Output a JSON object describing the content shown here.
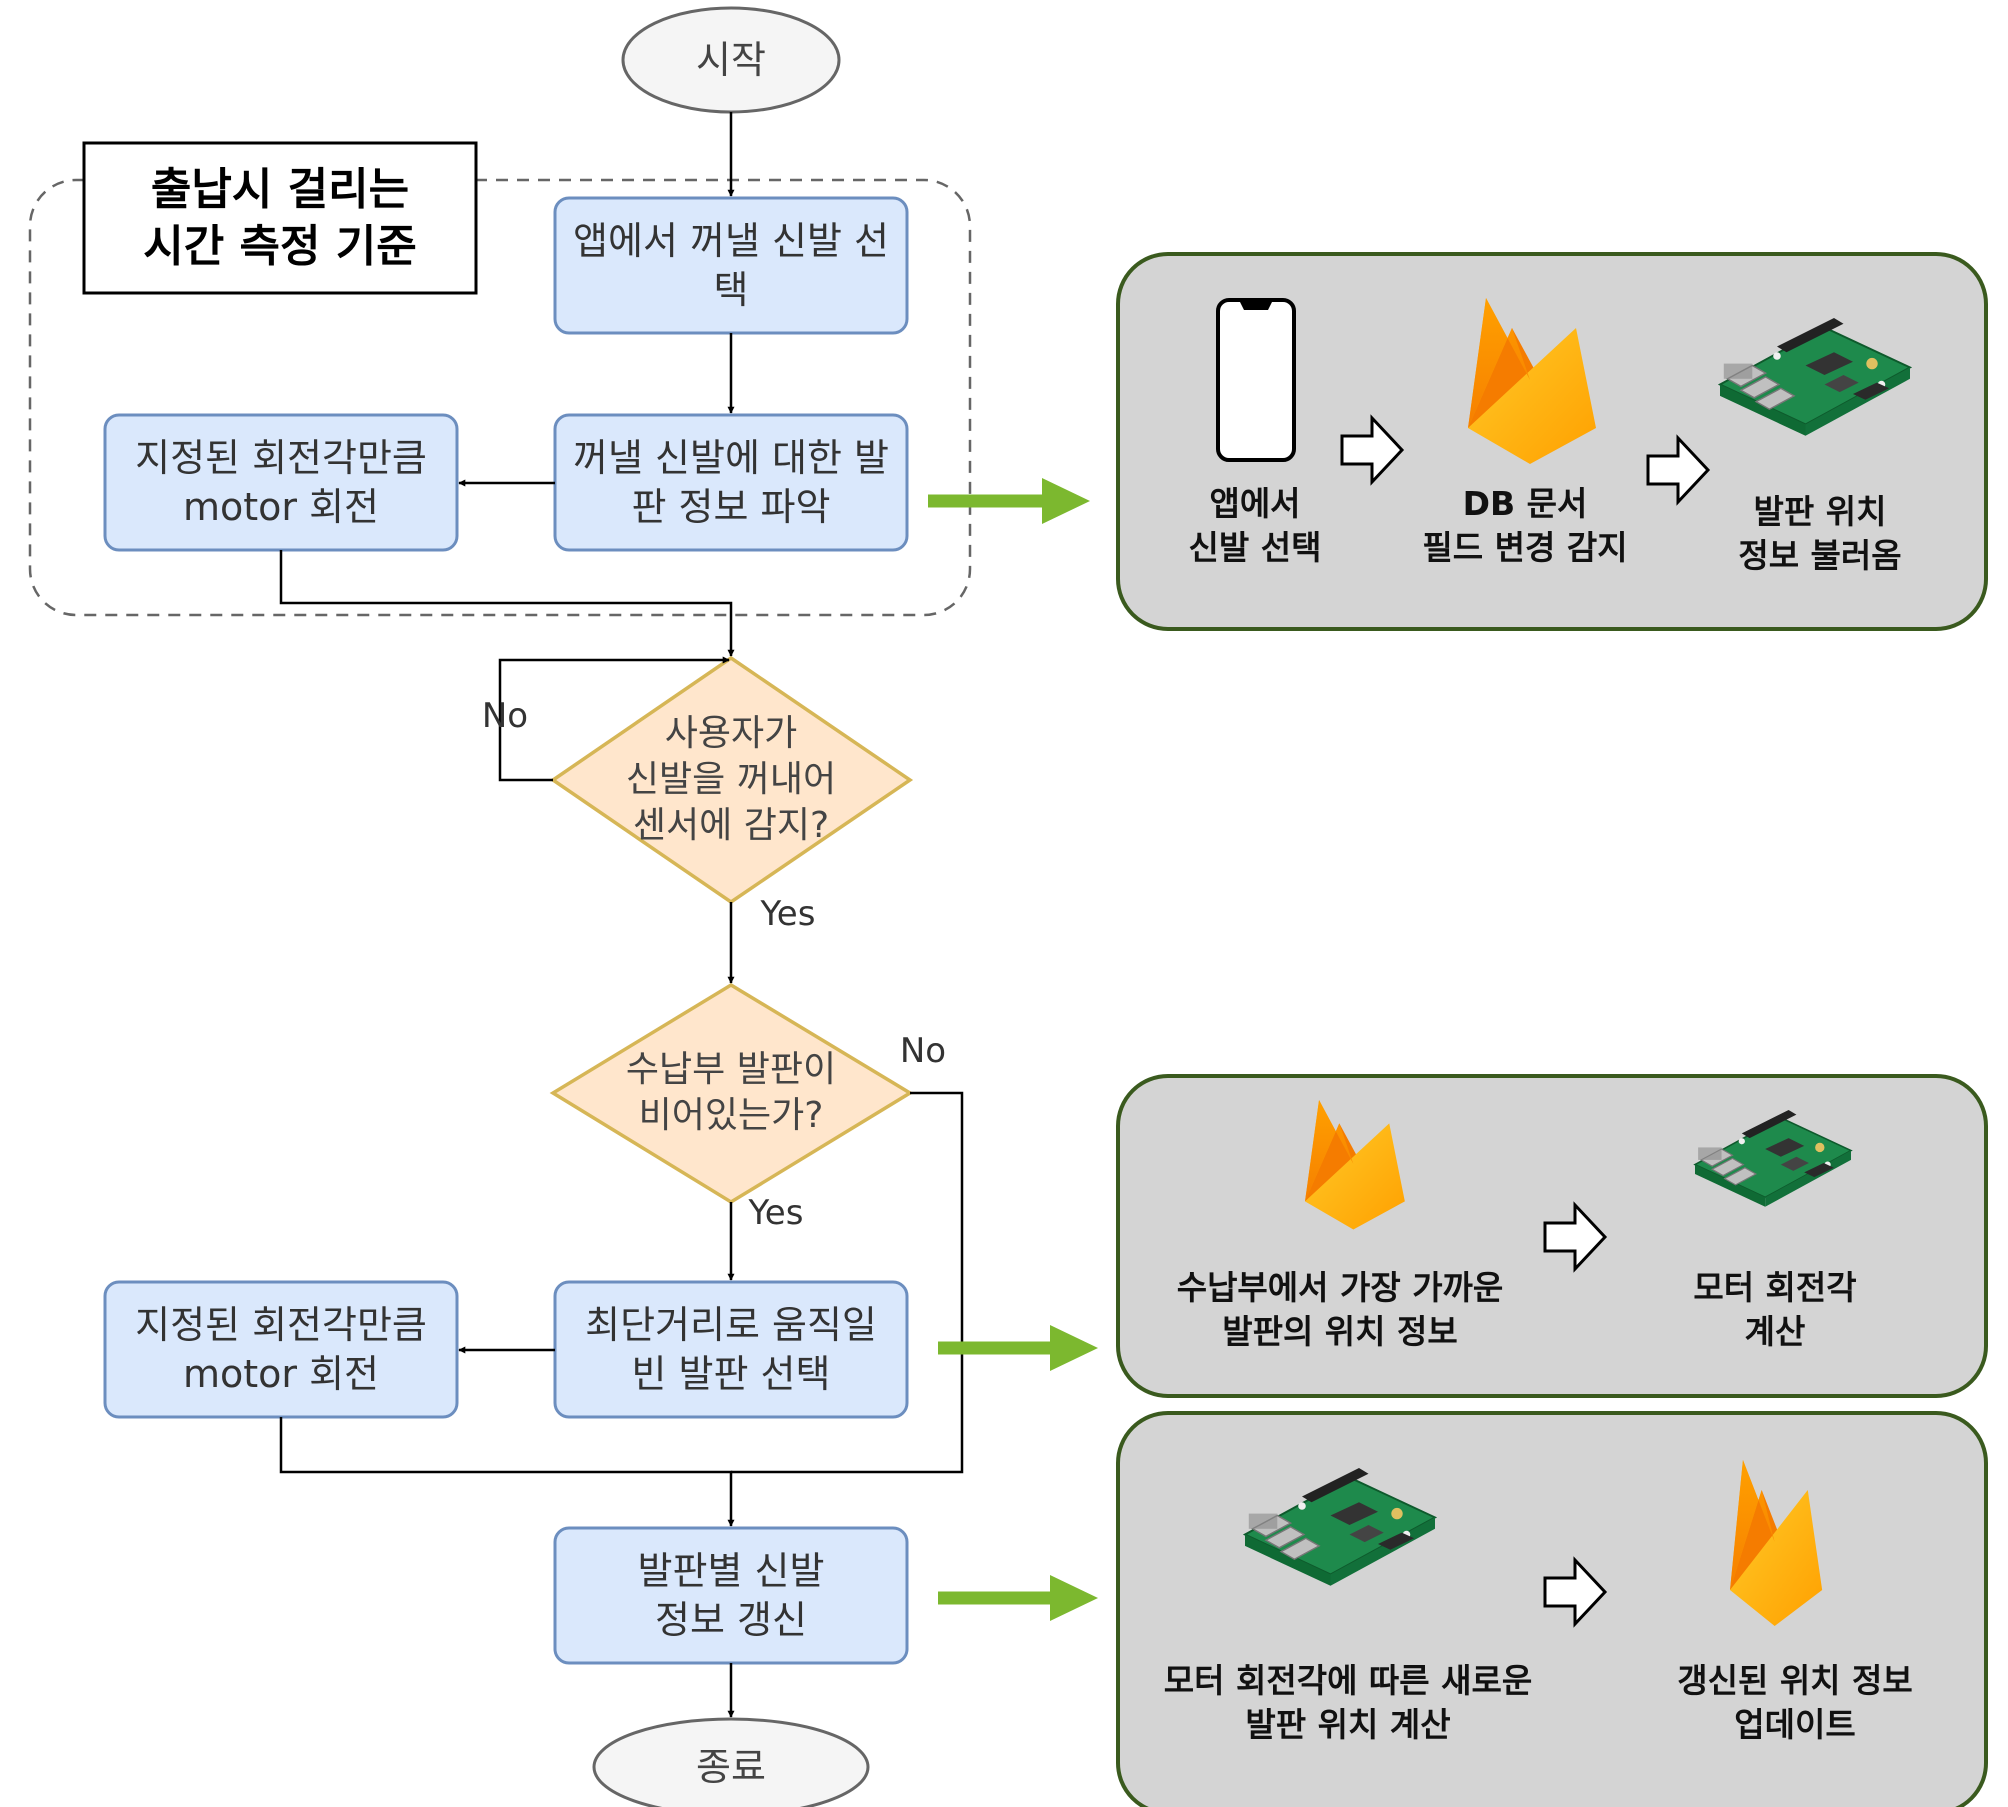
{
  "flowchart": {
    "start": "시작",
    "end": "종료",
    "criteria_label": "출납시 걸리는\n시간 측정 기준",
    "step_select_in_app": "앱에서 꺼낼 신발 선\n택",
    "step_identify_plate": "꺼낼 신발에 대한 발\n판 정보 파악",
    "step_motor_rotate_1": "지정된 회전각만큼\nmotor 회전",
    "decision_user_takes_shoe": "사용자가\n신발을 꺼내어\n센서에 감지?",
    "decision_plate_empty": "수납부 발판이\n비어있는가?",
    "step_select_nearest_empty": "최단거리로 움직일\n빈 발판 선택",
    "step_motor_rotate_2": "지정된 회전각만큼\nmotor 회전",
    "step_update_info": "발판별 신발\n정보 갱신",
    "label_no_1": "No",
    "label_yes_1": "Yes",
    "label_no_2": "No",
    "label_yes_2": "Yes"
  },
  "panels": [
    {
      "captions": [
        "앱에서\n신발 선택",
        "DB 문서\n필드 변경 감지",
        "발판 위치\n정보 불러옴"
      ],
      "icons": [
        "smartphone-icon",
        "firebase-icon",
        "raspberry-pi-icon"
      ]
    },
    {
      "captions": [
        "수납부에서 가장 가까운\n발판의 위치 정보",
        "모터 회전각\n계산"
      ],
      "icons": [
        "firebase-icon",
        "raspberry-pi-icon"
      ]
    },
    {
      "captions": [
        "모터 회전각에 따른 새로운\n발판 위치 계산",
        "갱신된 위치 정보\n업데이트"
      ],
      "icons": [
        "raspberry-pi-icon",
        "firebase-icon"
      ]
    }
  ],
  "colors": {
    "process_fill": "#dae8fc",
    "process_stroke": "#6c8ebf",
    "decision_fill": "#ffe6cc",
    "decision_stroke": "#d6b656",
    "terminal_fill": "#f5f5f5",
    "terminal_stroke": "#666666",
    "panel_fill": "#d4d4d4",
    "panel_stroke": "#3a5a1e",
    "connector_arrow": "#7cb82f"
  }
}
